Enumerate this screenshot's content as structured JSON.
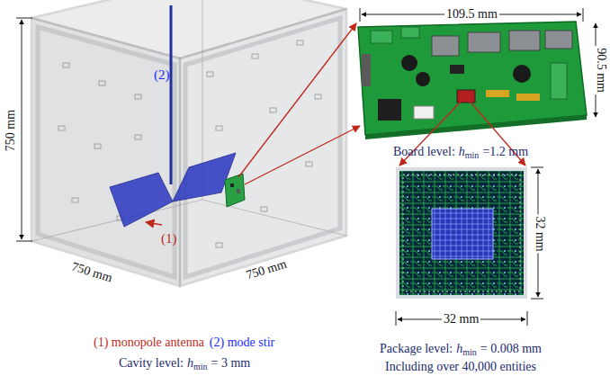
{
  "diagram": {
    "labels": [
      "750 mm",
      "750 mm",
      "750 mm",
      "(2)",
      "(1)",
      "(1) monopole antenna",
      "(2) mode stir",
      "Cavity level:",
      "h",
      "min",
      "= 3 mm",
      "109.5 mm",
      "90.5 mm",
      "Board level:",
      "h",
      "min",
      "=1.2 mm",
      "32 mm",
      "32 mm",
      "Package level:",
      "h",
      "min",
      "= 0.008 mm",
      "Including over 40,000 entities"
    ]
  }
}
